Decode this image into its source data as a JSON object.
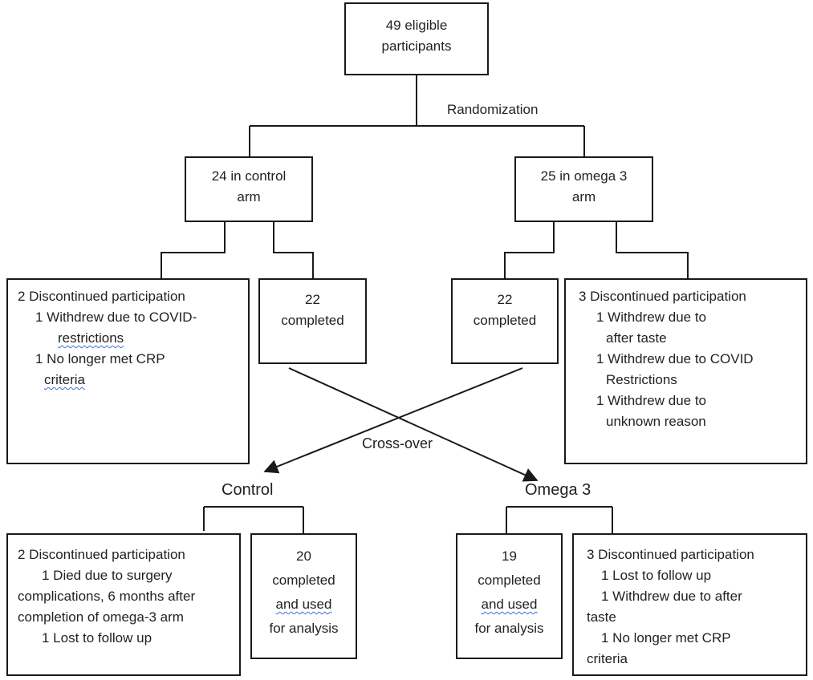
{
  "top": {
    "line1": "49 eligible",
    "line2": "participants"
  },
  "randomization": "Randomization",
  "control_arm": {
    "line1": "24 in control",
    "line2": "arm"
  },
  "omega_arm": {
    "line1": "25 in omega 3",
    "line2": "arm"
  },
  "control_discontinued": {
    "header": "2 Discontinued participation",
    "l1": "1 Withdrew due to COVID-",
    "l2": "restrictions",
    "l3": "1 No longer met CRP",
    "l4": "criteria"
  },
  "control_completed": {
    "line1": "22",
    "line2": "completed"
  },
  "omega_completed": {
    "line1": "22",
    "line2": "completed"
  },
  "omega_discontinued": {
    "header": "3 Discontinued participation",
    "l1": "1 Withdrew due to",
    "l2": "after taste",
    "l3": "1 Withdrew due to COVID",
    "l4": "Restrictions",
    "l5": "1 Withdrew due to",
    "l6": "unknown reason"
  },
  "crossover": "Cross-over",
  "phase2_control": "Control",
  "phase2_omega": "Omega 3",
  "control2_discontinued": {
    "header": "2 Discontinued participation",
    "l1": "1 Died due to surgery",
    "l2": "complications, 6 months after",
    "l3": "completion of omega-3 arm",
    "l4": "1 Lost to follow up"
  },
  "control2_completed": {
    "line1": "20",
    "line2": "completed",
    "line3": "and used",
    "line4": "for analysis"
  },
  "omega2_completed": {
    "line1": "19",
    "line2": "completed",
    "line3": "and used",
    "line4": "for analysis"
  },
  "omega2_discontinued": {
    "header": "3 Discontinued participation",
    "l1": "1 Lost to follow up",
    "l2": "1 Withdrew due to after",
    "l3": "taste",
    "l4": "1 No longer met CRP",
    "l5": "criteria"
  },
  "colors": {
    "line": "#1a1a1a",
    "text": "#222222",
    "spellcheck": "#3a6fd8"
  }
}
